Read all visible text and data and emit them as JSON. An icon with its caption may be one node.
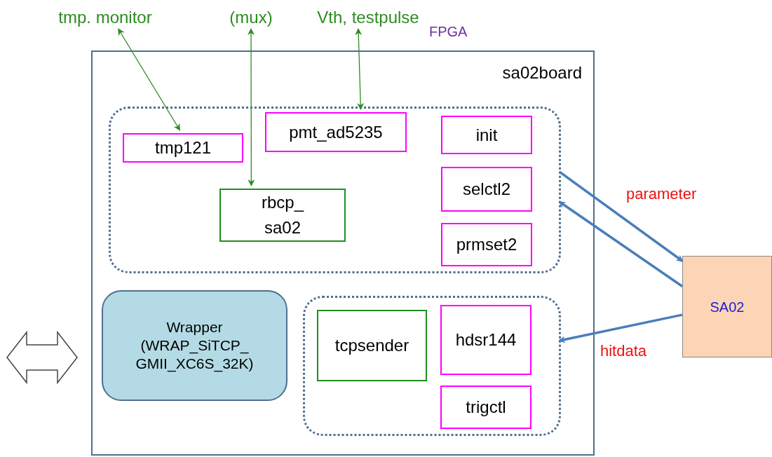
{
  "diagram": {
    "nodes": [
      {
        "text": [
          "tmp. monitor"
        ]
      },
      {
        "text": [
          "(mux)"
        ]
      },
      {
        "text": [
          "Vth, testpulse"
        ]
      },
      {
        "text": [
          "sa02board"
        ]
      },
      {
        "text": [],
        "shape": "box",
        "in": 3
      },
      {
        "text": [
          "tmp121"
        ],
        "in": 4
      },
      {
        "text": [
          "pmt_ad5235"
        ],
        "in": 4
      },
      {
        "text": [
          "init"
        ],
        "in": 4
      },
      {
        "text": [
          "selctl2"
        ],
        "in": 4
      },
      {
        "text": [
          "rbcp_ sa02"
        ],
        "in": 4
      },
      {
        "text": [
          "prmset2"
        ],
        "in": 4
      },
      {
        "text": [
          "Wrapper",
          "(WRAP_SiTCP_ GMII_XC6S_32K)"
        ],
        "in": 3
      },
      {
        "text": [],
        "shape": "box",
        "in": 3
      },
      {
        "text": [
          "tcpsender"
        ],
        "in": 12
      },
      {
        "text": [
          "hdsr144"
        ],
        "in": 12
      },
      {
        "text": [
          "trigctl"
        ],
        "in": 12
      },
      {
        "text": [
          "SA02"
        ]
      }
    ],
    "edges": [
      {
        "from": 0,
        "to": 5,
        "arrow": "both",
        "color": "#2e8b22"
      },
      {
        "from": 1,
        "to": 9,
        "arrow": "both",
        "color": "#2e8b22"
      },
      {
        "from": 2,
        "to": 6,
        "arrow": "both",
        "color": "#2e8b22"
      },
      {
        "from": 4,
        "to": 16,
        "arrow": "to",
        "label": "parameter",
        "style": "thick",
        "color": "#4a7ebb"
      },
      {
        "from": 16,
        "to": 4,
        "arrow": "to",
        "style": "thick",
        "color": "#4a7ebb"
      },
      {
        "from": 16,
        "to": 12,
        "arrow": "to",
        "label": "hitdata",
        "style": "thick",
        "color": "#4a7ebb"
      }
    ],
    "labels": [
      "FPGA"
    ]
  }
}
